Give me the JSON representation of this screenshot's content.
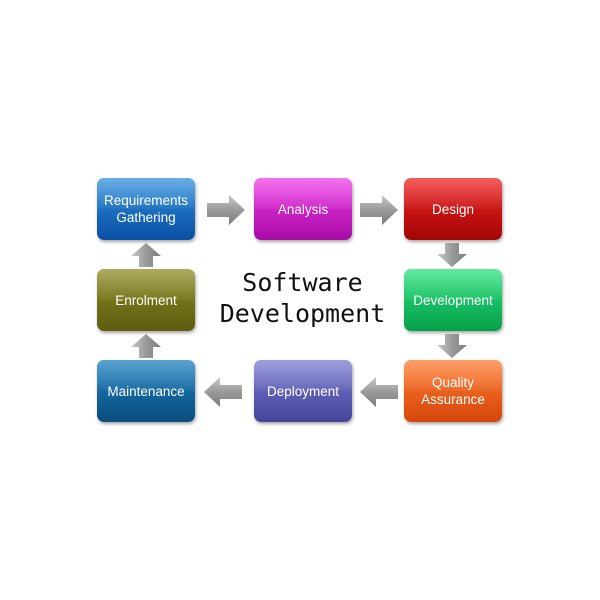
{
  "diagram": {
    "title": "Software\nDevelopment",
    "stages": [
      {
        "id": "requirements",
        "label": "Requirements\nGathering",
        "color_top": "#2f8fdc",
        "color_bottom": "#0a4fa3"
      },
      {
        "id": "analysis",
        "label": "Analysis",
        "color_top": "#ee3ce6",
        "color_bottom": "#a80ba6"
      },
      {
        "id": "design",
        "label": "Design",
        "color_top": "#ef2020",
        "color_bottom": "#a30606"
      },
      {
        "id": "development",
        "label": "Development",
        "color_top": "#27e07c",
        "color_bottom": "#08a04a"
      },
      {
        "id": "quality-assurance",
        "label": "Quality\nAssurance",
        "color_top": "#ff7a2e",
        "color_bottom": "#d4470b"
      },
      {
        "id": "deployment",
        "label": "Deployment",
        "color_top": "#7a7ad0",
        "color_bottom": "#444499"
      },
      {
        "id": "maintenance",
        "label": "Maintenance",
        "color_top": "#1a80c0",
        "color_bottom": "#0b4d7d"
      },
      {
        "id": "enrolment",
        "label": "Enrolment",
        "color_top": "#8c8a22",
        "color_bottom": "#5d5c10"
      }
    ],
    "arrow_color": "#9a9a9a"
  }
}
